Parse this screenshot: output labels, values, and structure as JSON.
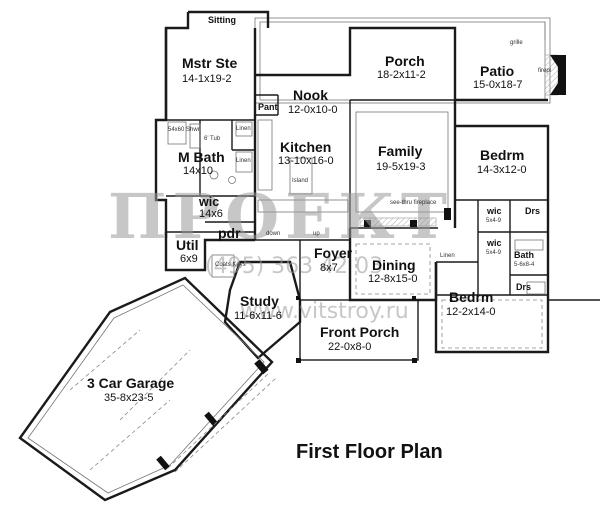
{
  "title": "First Floor Plan",
  "watermark": {
    "logo_text": "ПРОЕКТ",
    "phone": "(495) 363 42 03",
    "url": "www.vitstroy.ru"
  },
  "rooms": {
    "sitting": {
      "name": "Sitting"
    },
    "mstr_ste": {
      "name": "Mstr Ste",
      "dims": "14-1x19-2"
    },
    "nook": {
      "name": "Nook",
      "dims": "12-0x10-0"
    },
    "porch": {
      "name": "Porch",
      "dims": "18-2x11-2"
    },
    "patio": {
      "name": "Patio",
      "dims": "15-0x18-7"
    },
    "pant": {
      "name": "Pant"
    },
    "kitchen": {
      "name": "Kitchen",
      "dims": "13-10x16-0"
    },
    "family": {
      "name": "Family",
      "dims": "19-5x19-3"
    },
    "bedrm_right": {
      "name": "Bedrm",
      "dims": "14-3x12-0"
    },
    "m_bath": {
      "name": "M Bath",
      "dims": "14x10"
    },
    "wic_master": {
      "name": "wic",
      "dims": "14x6"
    },
    "wic_right_top": {
      "name": "wic",
      "dims": "5x4-9"
    },
    "wic_right_bottom": {
      "name": "wic",
      "dims": "5x4-9"
    },
    "drs_top": {
      "name": "Drs"
    },
    "drs_bottom": {
      "name": "Drs"
    },
    "bath": {
      "name": "Bath",
      "dims": "5-6x8-4"
    },
    "util": {
      "name": "Util",
      "dims": "6x9"
    },
    "pdr": {
      "name": "pdr"
    },
    "foyer": {
      "name": "Foyer",
      "dims": "8x7"
    },
    "dining": {
      "name": "Dining",
      "dims": "12-8x15-0"
    },
    "bedrm_bottom": {
      "name": "Bedrm",
      "dims": "12-2x14-0"
    },
    "study": {
      "name": "Study",
      "dims": "11-6x11-6"
    },
    "front_porch": {
      "name": "Front Porch",
      "dims": "22-0x8-0"
    },
    "garage": {
      "name": "3 Car Garage",
      "dims": "35-8x23-5"
    }
  },
  "notes": {
    "grille": "grille",
    "firepl": "firepl",
    "shwr": "54x60 Shwr",
    "tub": "6' Tub",
    "linen_master": "Linen",
    "linen_bath": "Linen",
    "linen_hall": "Linen",
    "island": "Island",
    "see_thru_fireplace": "see-thru fireplace",
    "down": "down",
    "up": "up",
    "coats_keys": "Coats Keys"
  }
}
